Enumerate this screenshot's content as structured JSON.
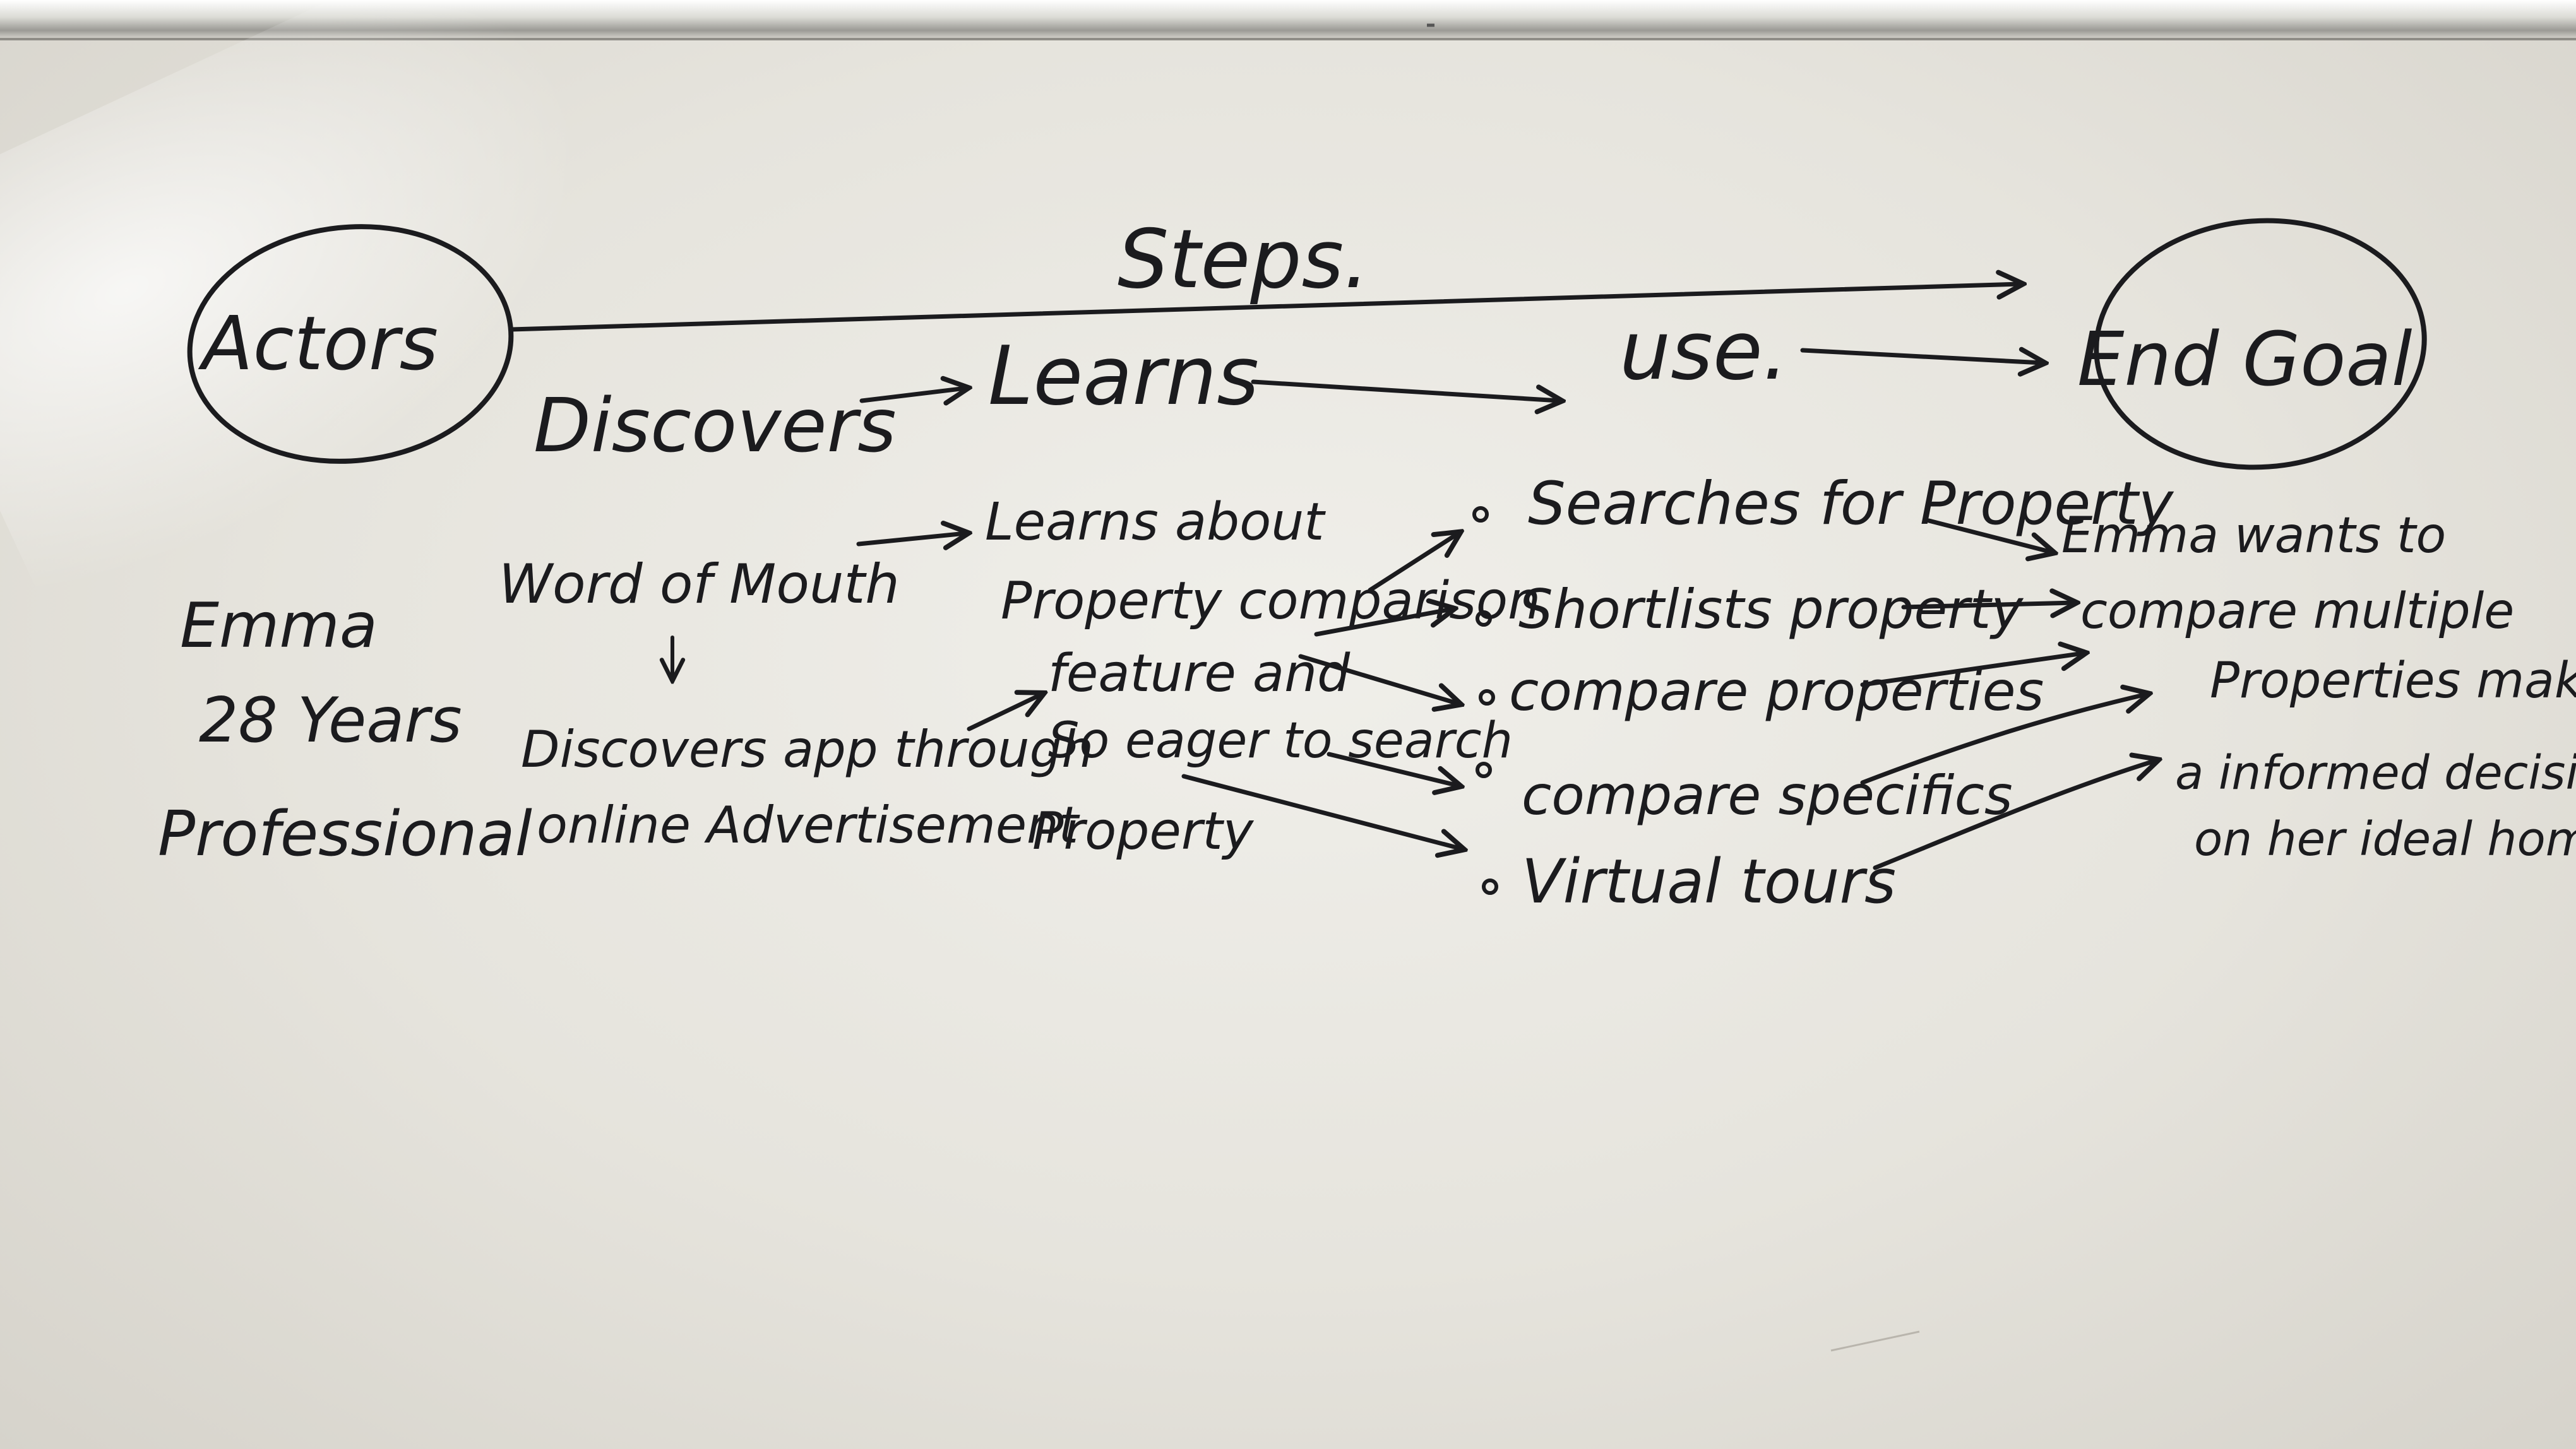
{
  "header": {
    "actors": "Actors",
    "steps": "Steps.",
    "end_goal": "End Goal"
  },
  "stages": {
    "discovers": "Discovers",
    "learns": "Learns",
    "use": "use."
  },
  "persona": [
    "Emma",
    "28 Years",
    "Professional"
  ],
  "discover_items": {
    "word_of_mouth": "Word of Mouth",
    "discovers_app": "Discovers app through",
    "online_ad": "online Advertisement"
  },
  "learn_items": [
    "Learns about",
    "Property comparison",
    "feature and",
    "So eager to search",
    "Property"
  ],
  "use_items": [
    "Searches for Property",
    "Shortlists property",
    "compare properties",
    "compare specifics",
    "Virtual tours"
  ],
  "goal_text": [
    "Emma wants to",
    "compare multiple",
    "Properties make",
    "a informed decisions",
    "on her ideal home"
  ]
}
